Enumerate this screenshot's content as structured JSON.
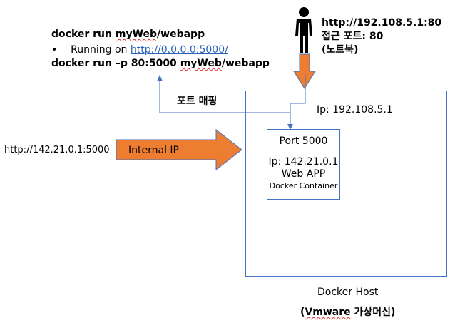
{
  "commands": {
    "run1_prefix": "docker run ",
    "run1_image": "myWeb",
    "run1_suffix": "/webapp",
    "bullet": "•",
    "running_label": "Running on ",
    "running_url": "http://0.0.0.0:5000/",
    "run2_prefix": "docker run –p 80:5000 ",
    "run2_image": "myWeb",
    "run2_suffix": "/webapp"
  },
  "port_mapping_label": "포트 매핑",
  "external": {
    "url": "http://192.108.5.1:80",
    "port_label": "접근 포트: 80",
    "device_label": "(노트북)"
  },
  "host": {
    "ip": "Ip: 192.108.5.1",
    "name": "Docker Host",
    "vm_prefix": "(",
    "vm_brand": "Vmware",
    "vm_suffix": " 가상머신)"
  },
  "internal": {
    "url": "http://142.21.0.1:5000",
    "arrow_label": "Internal IP"
  },
  "container": {
    "port": "Port 5000",
    "ip": "Ip: 142.21.0.1",
    "app": "Web APP",
    "name": "Docker Container"
  },
  "colors": {
    "arrow_fill": "#ed7d31",
    "arrow_stroke": "#4472c4",
    "box_border": "#4472c4",
    "link": "#2a64b5"
  },
  "icons": {
    "person": "person-icon"
  }
}
